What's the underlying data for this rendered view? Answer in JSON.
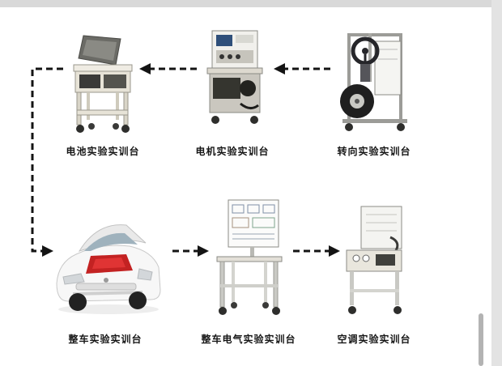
{
  "page": {
    "background": "#ffffff",
    "chrome_color": "#d9d9d9",
    "scrollbar_color": "#b3b3b3"
  },
  "diagram": {
    "arrow_color": "#141414",
    "nodes": [
      {
        "id": "battery-bench",
        "label": "电池实验实训台"
      },
      {
        "id": "motor-bench",
        "label": "电机实验实训台"
      },
      {
        "id": "steering-bench",
        "label": "转向实验实训台"
      },
      {
        "id": "vehicle-bench",
        "label": "整车实验实训台"
      },
      {
        "id": "vehicle-electric-bench",
        "label": "整车电气实验实训台"
      },
      {
        "id": "ac-bench",
        "label": "空调实验实训台"
      }
    ],
    "edges": [
      {
        "from": "转向实验实训台",
        "to": "电机实验实训台"
      },
      {
        "from": "电机实验实训台",
        "to": "电池实验实训台"
      },
      {
        "from": "电池实验实训台",
        "to": "整车实验实训台"
      },
      {
        "from": "整车实验实训台",
        "to": "整车电气实验实训台"
      },
      {
        "from": "整车电气实验实训台",
        "to": "空调实验实训台"
      }
    ]
  }
}
